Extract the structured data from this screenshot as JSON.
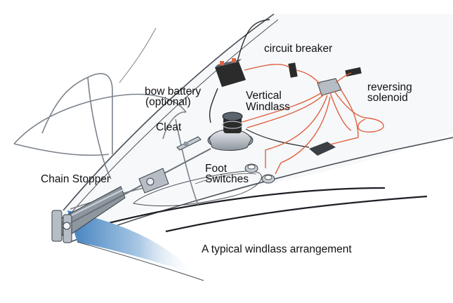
{
  "caption": "A typical windlass arrangement",
  "labels": {
    "circuit_breaker": "circuit breaker",
    "reversing_solenoid_1": "reversing",
    "reversing_solenoid_2": "solenoid",
    "bow_battery_1": "bow battery",
    "bow_battery_2": "(optional)",
    "vertical_windlass_1": "Vertical",
    "vertical_windlass_2": "Windlass",
    "cleat": "Cleat",
    "chain_stopper": "Chain Stopper",
    "foot_switches_1": "Foot",
    "foot_switches_2": "Switches"
  },
  "colors": {
    "wire": "#e0623f",
    "hull_outline": "#4a4f57",
    "hull_fill": "#ffffff",
    "deck_shade": "#eef2f6",
    "stem_gradient_dark": "#3f7fbe",
    "stem_gradient_light": "#ffffff",
    "equipment_dark": "#2b2b2b",
    "equipment_grey": "#9aa3ad"
  }
}
